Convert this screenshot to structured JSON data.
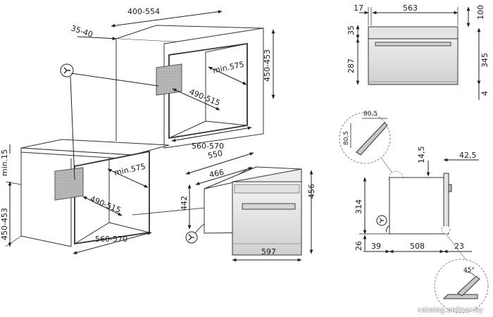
{
  "left_drawing": {
    "column_width": "400-554",
    "side_gap": "35-40",
    "column_height": "450-453",
    "column_depth_min": "min.575",
    "column_niche_height": "490-515",
    "column_niche_width": "560-570",
    "under_gap": "min.15",
    "under_height": "450-453",
    "under_depth_min": "min.575",
    "under_niche_height": "490-515",
    "under_niche_width": "560-570"
  },
  "oven": {
    "depth": "550",
    "inner_depth": "466",
    "front_height": "442",
    "total_height": "456",
    "width": "597"
  },
  "front_view": {
    "panel_left": "17",
    "panel_width": "563",
    "top_gap": "100",
    "control_height": "35",
    "body_height": "287",
    "total_height": "345",
    "bottom_gap": "4"
  },
  "detail": {
    "bevel_x": "80,5",
    "bevel_y": "80,5",
    "angle": "45°"
  },
  "side_view": {
    "top_offset": "14,5",
    "right_offset": "42,5",
    "height": "314",
    "base": "26",
    "left": "39",
    "depth": "508",
    "right": "23"
  },
  "watermark": "catalog.onliner.by"
}
